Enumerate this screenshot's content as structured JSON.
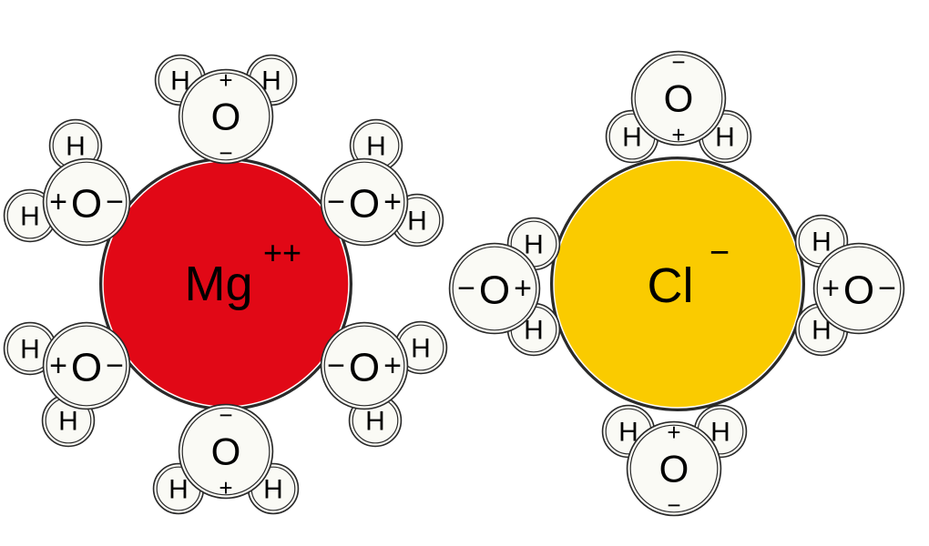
{
  "ions": [
    {
      "symbol": "Mg",
      "charge": "++",
      "color": "#e10816"
    },
    {
      "symbol": "Cl",
      "charge": "−",
      "color": "#facb00"
    }
  ],
  "water": {
    "oxygen": "O",
    "hydrogen": "H",
    "positive": "+",
    "negative": "−",
    "fill": "#fafaf5",
    "outline": "#2a2a2a"
  }
}
